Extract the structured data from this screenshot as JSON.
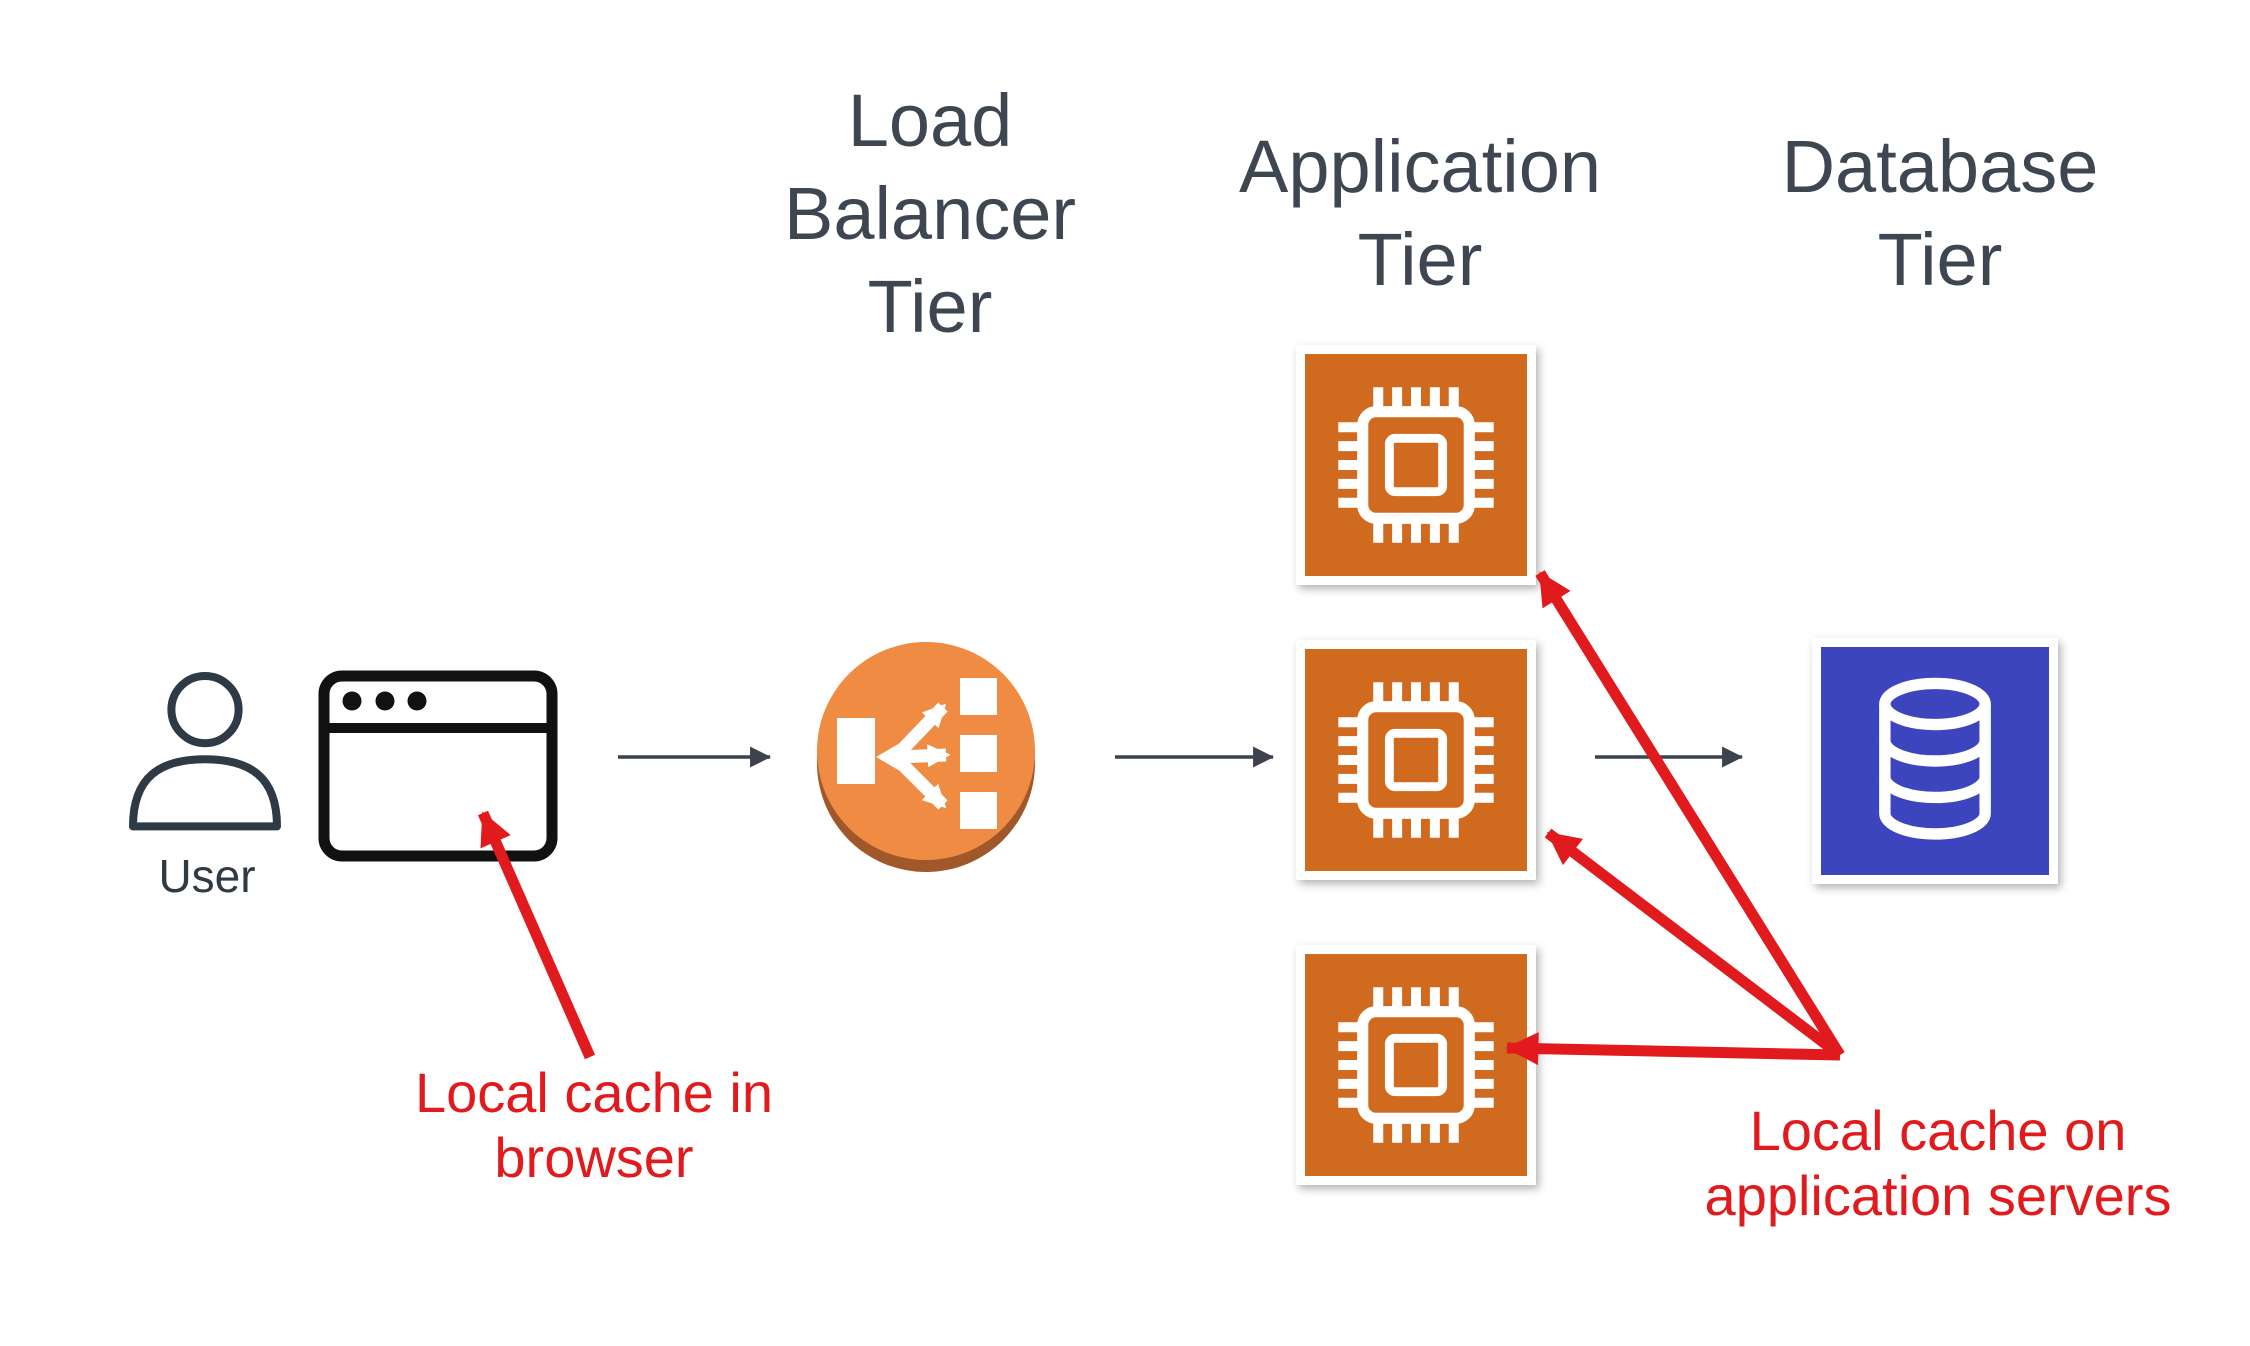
{
  "diagram": {
    "headings": {
      "load_balancer": {
        "line1": "Load",
        "line2": "Balancer",
        "line3": "Tier"
      },
      "application": {
        "line1": "Application",
        "line2": "Tier"
      },
      "database": {
        "line1": "Database",
        "line2": "Tier"
      }
    },
    "labels": {
      "user": "User"
    },
    "annotations": {
      "browser_cache": {
        "line1": "Local cache in",
        "line2": "browser"
      },
      "app_cache": {
        "line1": "Local cache on",
        "line2": "application servers"
      }
    },
    "nodes": {
      "app_server_count": 3,
      "icons": [
        "user-icon",
        "browser-icon",
        "load-balancer-icon",
        "cpu-chip-icon",
        "database-cylinder-icon"
      ]
    },
    "colors": {
      "heading_text": "#3E4751",
      "annotation_red": "#E11B1D",
      "lb_orange": "#EF8B42",
      "lb_shadow": "#A0572A",
      "chip_orange": "#D06A1E",
      "db_blue": "#3C45BE",
      "connector_gray": "#3C434E",
      "icon_black": "#111111",
      "user_icon": "#2E3A45"
    }
  }
}
